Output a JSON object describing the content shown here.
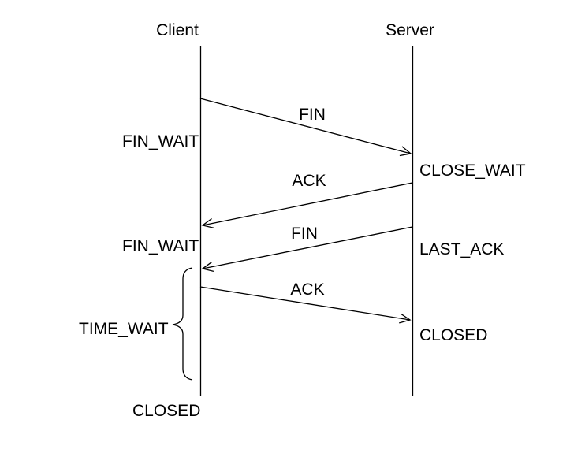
{
  "diagram": {
    "type": "sequence-diagram",
    "participants": [
      {
        "name": "Client"
      },
      {
        "name": "Server"
      }
    ],
    "messages": [
      {
        "label": "FIN",
        "from": "Client",
        "to": "Server"
      },
      {
        "label": "ACK",
        "from": "Server",
        "to": "Client"
      },
      {
        "label": "FIN",
        "from": "Server",
        "to": "Client"
      },
      {
        "label": "ACK",
        "from": "Client",
        "to": "Server"
      }
    ],
    "states": {
      "client": [
        {
          "label": "FIN_WAIT"
        },
        {
          "label": "FIN_WAIT"
        },
        {
          "label": "TIME_WAIT",
          "braced": true
        },
        {
          "label": "CLOSED"
        }
      ],
      "server": [
        {
          "label": "CLOSE_WAIT"
        },
        {
          "label": "LAST_ACK"
        },
        {
          "label": "CLOSED"
        }
      ]
    },
    "colors": {
      "line": "#000000",
      "text": "#000000",
      "background": "#ffffff"
    }
  }
}
